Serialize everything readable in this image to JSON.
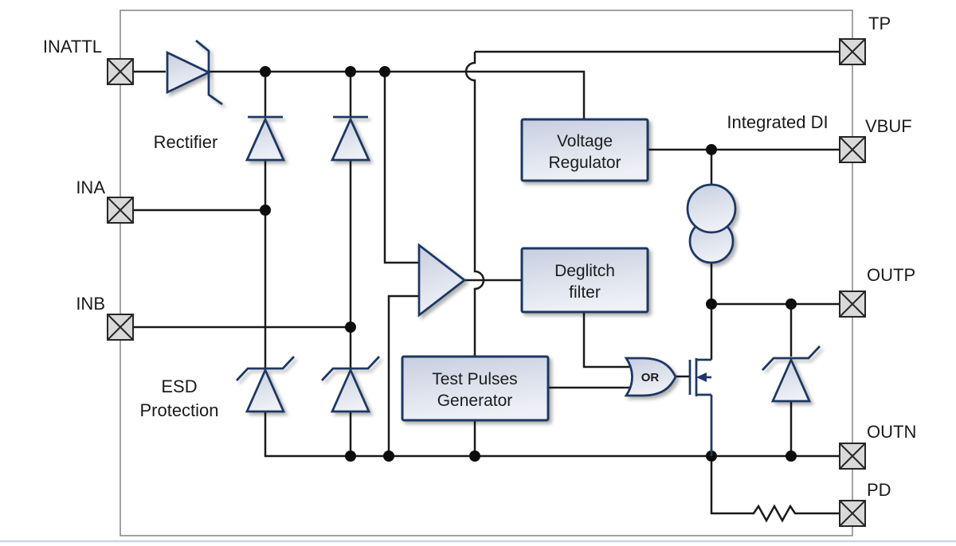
{
  "pins": {
    "left": [
      {
        "label": "INATTL"
      },
      {
        "label": "INA"
      },
      {
        "label": "INB"
      }
    ],
    "right": [
      {
        "label": "TP"
      },
      {
        "label": "VBUF"
      },
      {
        "label": "OUTP"
      },
      {
        "label": "OUTN"
      },
      {
        "label": "PD"
      }
    ]
  },
  "blocks": {
    "voltage_regulator": {
      "line1": "Voltage",
      "line2": "Regulator"
    },
    "deglitch_filter": {
      "line1": "Deglitch",
      "line2": "filter"
    },
    "test_pulses_generator": {
      "line1": "Test Pulses",
      "line2": "Generator"
    }
  },
  "gates": {
    "or_label": "OR"
  },
  "annotations": {
    "rectifier": "Rectifier",
    "esd_line1": "ESD",
    "esd_line2": "Protection",
    "integrated_di": "Integrated DI"
  },
  "colors": {
    "component_stroke": "#1f3864",
    "wire": "#1a1a1a",
    "pad_fill": "#d9d9d9",
    "block_fill_top": "#c7cedf",
    "block_fill_bottom": "#eef0f6",
    "ic_border": "#8c8c8c"
  }
}
